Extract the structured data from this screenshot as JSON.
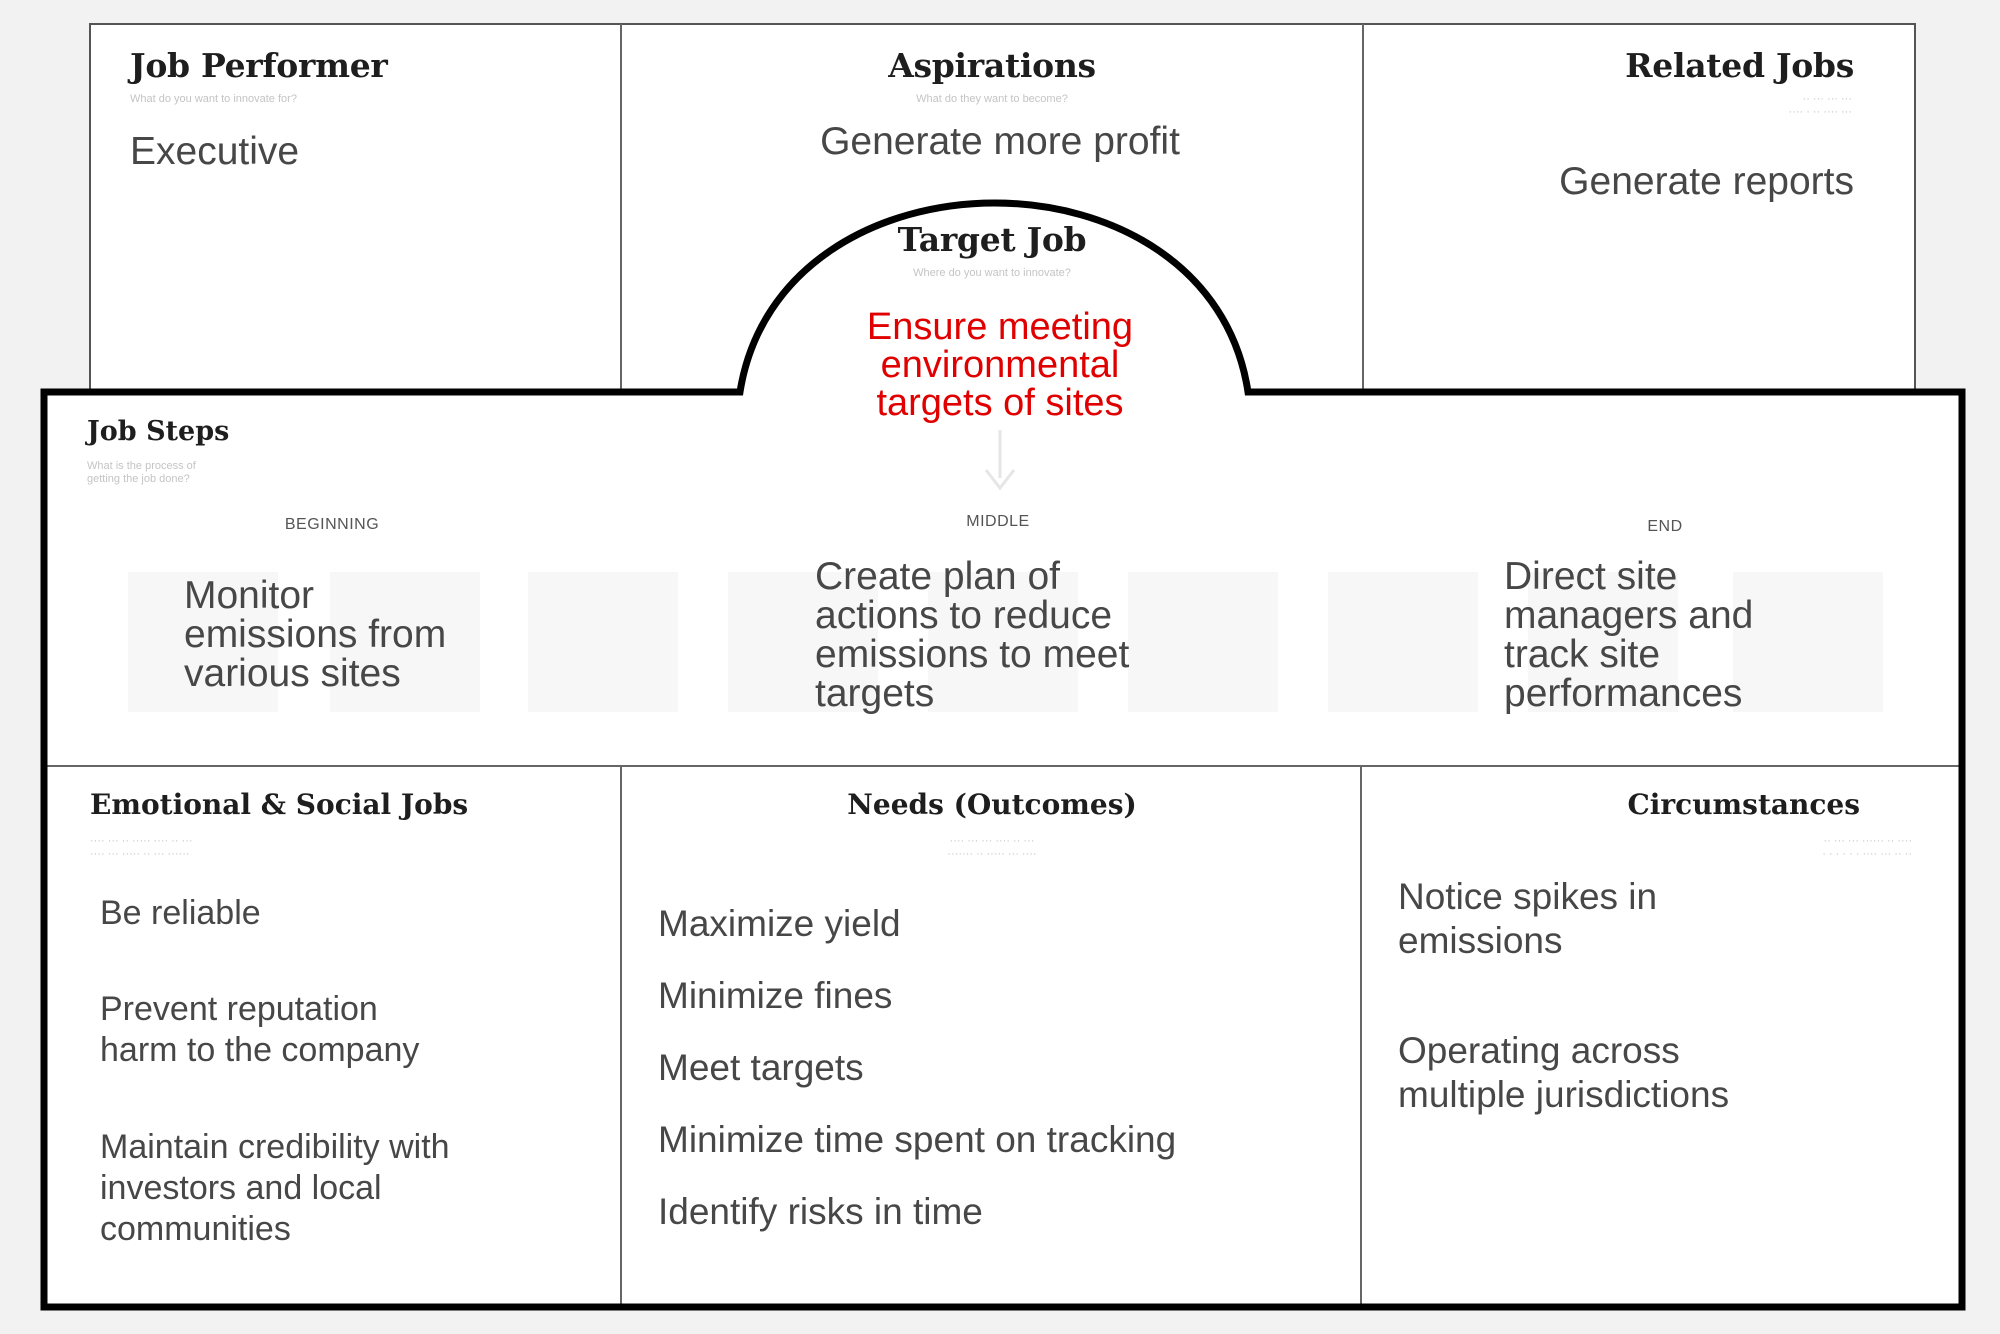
{
  "accent_color": "#e00000",
  "job_performer": {
    "title": "Job Performer",
    "subtitle": "What do you want to innovate for?",
    "value": "Executive"
  },
  "aspirations": {
    "title": "Aspirations",
    "subtitle": "What do they want to become?",
    "value": "Generate more profit"
  },
  "related_jobs": {
    "title": "Related Jobs",
    "value": "Generate reports"
  },
  "target_job": {
    "title": "Target Job",
    "subtitle": "Where do you want to innovate?",
    "value_lines": [
      "Ensure meeting",
      "environmental",
      "targets of sites"
    ]
  },
  "job_steps": {
    "title": "Job Steps",
    "subtitle_lines": [
      "What is the process of",
      "getting the job done?"
    ],
    "phases": [
      "BEGINNING",
      "MIDDLE",
      "END"
    ],
    "steps": [
      [
        "Monitor",
        "emissions from",
        "various sites"
      ],
      [
        "Create plan of",
        "actions to reduce",
        "emissions to meet",
        "targets"
      ],
      [
        "Direct site",
        "managers and",
        "track site",
        "performances"
      ]
    ]
  },
  "emotional_social": {
    "title": "Emotional & Social Jobs",
    "items": [
      [
        "Be reliable"
      ],
      [
        "Prevent reputation",
        "harm to the company"
      ],
      [
        "Maintain credibility with",
        "investors and local",
        "communities"
      ]
    ]
  },
  "needs": {
    "title": "Needs (Outcomes)",
    "items": [
      "Maximize yield",
      "Minimize fines",
      "Meet targets",
      "Minimize time spent on tracking",
      "Identify risks in time"
    ]
  },
  "circumstances": {
    "title": "Circumstances",
    "items": [
      [
        "Notice spikes in",
        "emissions"
      ],
      [
        "Operating across",
        "multiple jurisdictions"
      ]
    ]
  }
}
